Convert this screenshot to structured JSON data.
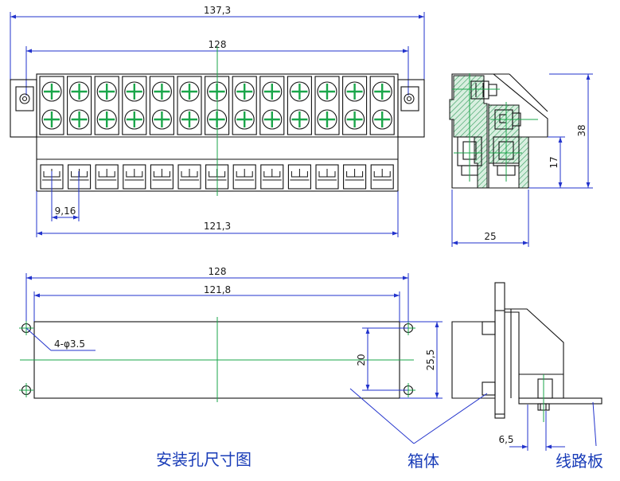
{
  "top_view": {
    "overall_width": "137,3",
    "pitch_span": "128",
    "terminal_pitch": "9,16",
    "body_width": "121,3",
    "terminal_count": 13
  },
  "side_view": {
    "height_total": "38",
    "height_lower": "17",
    "depth": "25"
  },
  "mounting_view": {
    "hole_span": "128",
    "cutout_width": "121,8",
    "hole_spec": "4-φ3.5",
    "cutout_height": "25,5",
    "hole_vertical": "20",
    "caption": "安装孔尺寸图"
  },
  "assembly_view": {
    "panel_offset": "6,5",
    "label_box": "箱体",
    "label_board": "线路板"
  },
  "colors": {
    "outline": "#111111",
    "dimension": "#2233cc",
    "centerline": "#1aa64a",
    "hatch": "#2f9a5a",
    "caption": "#1a3db8"
  }
}
